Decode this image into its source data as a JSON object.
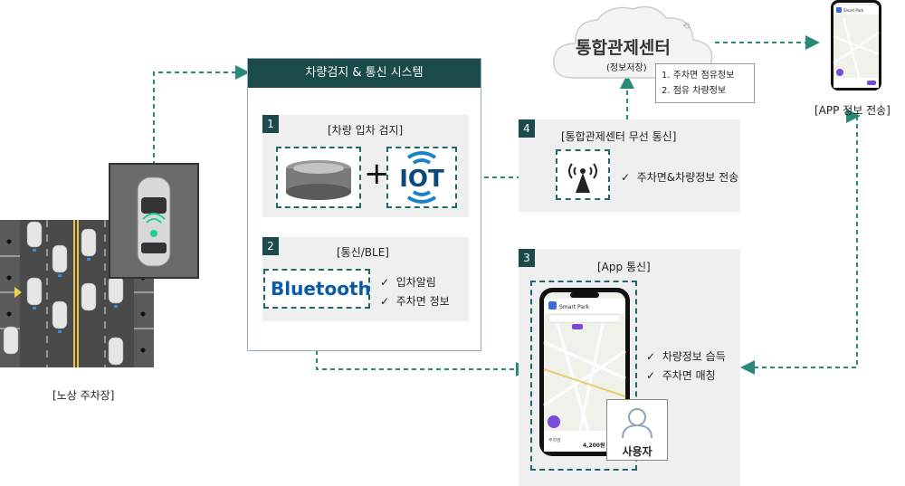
{
  "parking_lot": {
    "caption": "[노상 주차장]"
  },
  "system": {
    "title": "차량검지 & 통신 시스템",
    "detect": {
      "num": "1",
      "title": "[차량 입차 검지]",
      "iot_label": "IOT"
    },
    "ble": {
      "num": "2",
      "title": "[통신/BLE]",
      "logo": "Bluetooth",
      "checks": [
        "입차알림",
        "주차면 정보"
      ]
    }
  },
  "center": {
    "title": "통합관제센터",
    "subtitle": "(정보저장)",
    "info": [
      "1. 주차면 점유정보",
      "2. 점유 차량정보"
    ]
  },
  "wireless": {
    "num": "4",
    "title": "[통합관제센터 무선 통신]",
    "check": "주차면&차량정보 전송"
  },
  "app_comm": {
    "num": "3",
    "title": "[App 통신]",
    "checks": [
      "차량정보 습득",
      "주차면 매칭"
    ],
    "user_label": "사용자",
    "app_name": "Smart Park",
    "price": "4,200원"
  },
  "app_phone": {
    "caption": "[APP 정보 전송]",
    "app_name": "Smart Park"
  },
  "colors": {
    "teal_dark": "#1a4a4a",
    "teal_line": "#2a8a7a",
    "iot_blue": "#1a82c8",
    "bt_blue": "#0a5aa8"
  }
}
